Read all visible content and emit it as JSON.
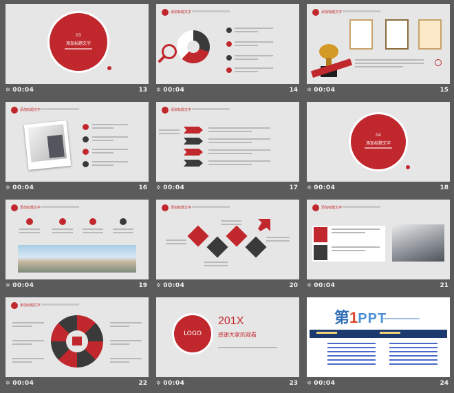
{
  "slides": [
    {
      "time": "00:04",
      "number": "13",
      "title": "03",
      "subtitle": "添加标题文字"
    },
    {
      "time": "00:04",
      "number": "14",
      "header": "添加标题文字"
    },
    {
      "time": "00:04",
      "number": "15",
      "header": "添加标题文字"
    },
    {
      "time": "00:04",
      "number": "16",
      "header": "添加标题文字"
    },
    {
      "time": "00:04",
      "number": "17",
      "header": "添加标题文字"
    },
    {
      "time": "00:04",
      "number": "18",
      "title": "04",
      "subtitle": "添加标题文字"
    },
    {
      "time": "00:04",
      "number": "19",
      "header": "添加标题文字"
    },
    {
      "time": "00:04",
      "number": "20",
      "header": "添加标题文字"
    },
    {
      "time": "00:04",
      "number": "21",
      "header": "添加标题文字"
    },
    {
      "time": "00:04",
      "number": "22",
      "header": "添加标题文字"
    },
    {
      "time": "00:04",
      "number": "23",
      "logo": "LOGO",
      "year": "201X",
      "thanks": "感谢大家的观看"
    },
    {
      "time": "00:04",
      "number": "24",
      "brand_cn": "第",
      "brand_num": "1",
      "brand_en": "PPT"
    }
  ],
  "colors": {
    "accent": "#c0282d",
    "dark": "#3a3a3a",
    "slide_bg": "#e7e6e6",
    "panel_bg": "#5b5b5b"
  }
}
